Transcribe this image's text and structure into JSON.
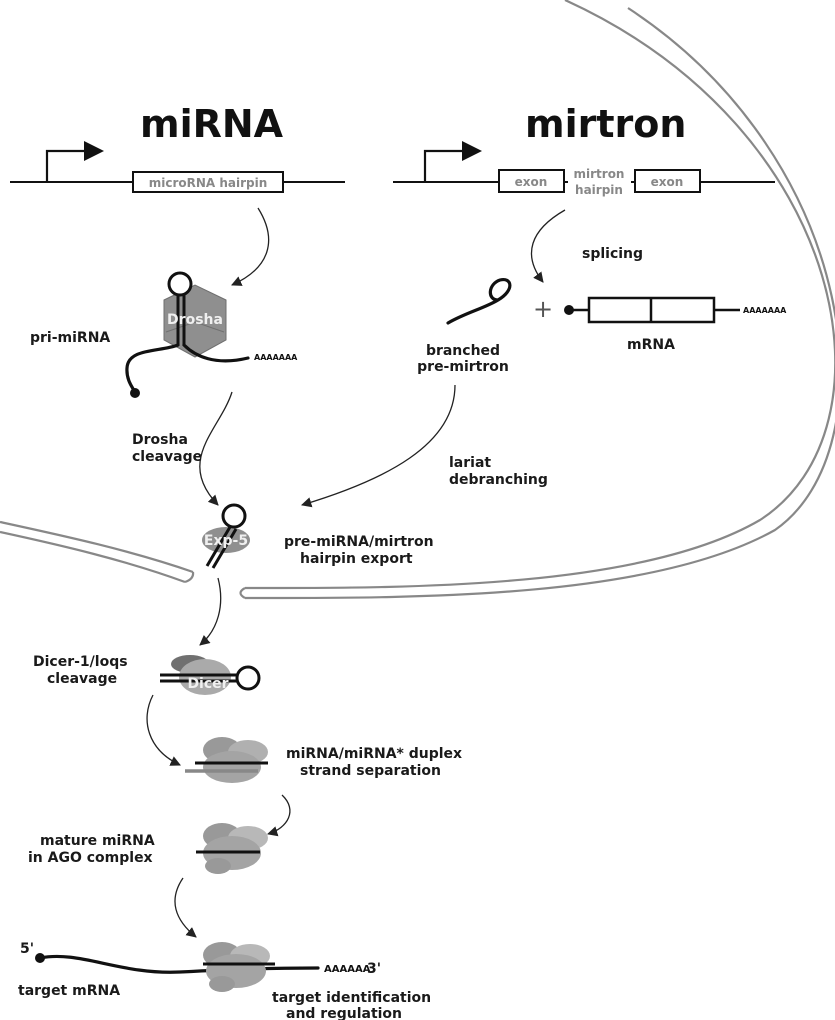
{
  "titles": {
    "mirna": "miRNA",
    "mirtron": "mirtron"
  },
  "gene_boxes": {
    "microrna_hairpin": "microRNA hairpin",
    "exon_left": "exon",
    "exon_right": "exon",
    "mirtron_hairpin_line1": "mirtron",
    "mirtron_hairpin_line2": "hairpin"
  },
  "enzymes": {
    "drosha": "Drosha",
    "exportin": "Exp-5",
    "dicer": "Dicer"
  },
  "labels": {
    "pri_mirna": "pri-miRNA",
    "splicing": "splicing",
    "mrna": "mRNA",
    "branched_line1": "branched",
    "branched_line2": "pre-mirtron",
    "drosha_cleavage_line1": "Drosha",
    "drosha_cleavage_line2": "cleavage",
    "lariat_line1": "lariat",
    "lariat_line2": "debranching",
    "export_line1": "pre-miRNA/mirtron",
    "export_line2": "hairpin export",
    "dicer_line1": "Dicer-1/loqs",
    "dicer_line2": "cleavage",
    "duplex_line1": "miRNA/miRNA* duplex",
    "duplex_line2": "strand separation",
    "mature_line1": "mature miRNA",
    "mature_line2": "in AGO complex",
    "five_prime": "5'",
    "target_mrna": "target mRNA",
    "target_id_line1": "target identification",
    "target_id_line2": "and regulation"
  },
  "polya": {
    "pri": "AAAAAAA",
    "mrna": "AAAAAAA",
    "target": "AAAAAA",
    "three_prime": "3'"
  },
  "plus_sign": "+"
}
